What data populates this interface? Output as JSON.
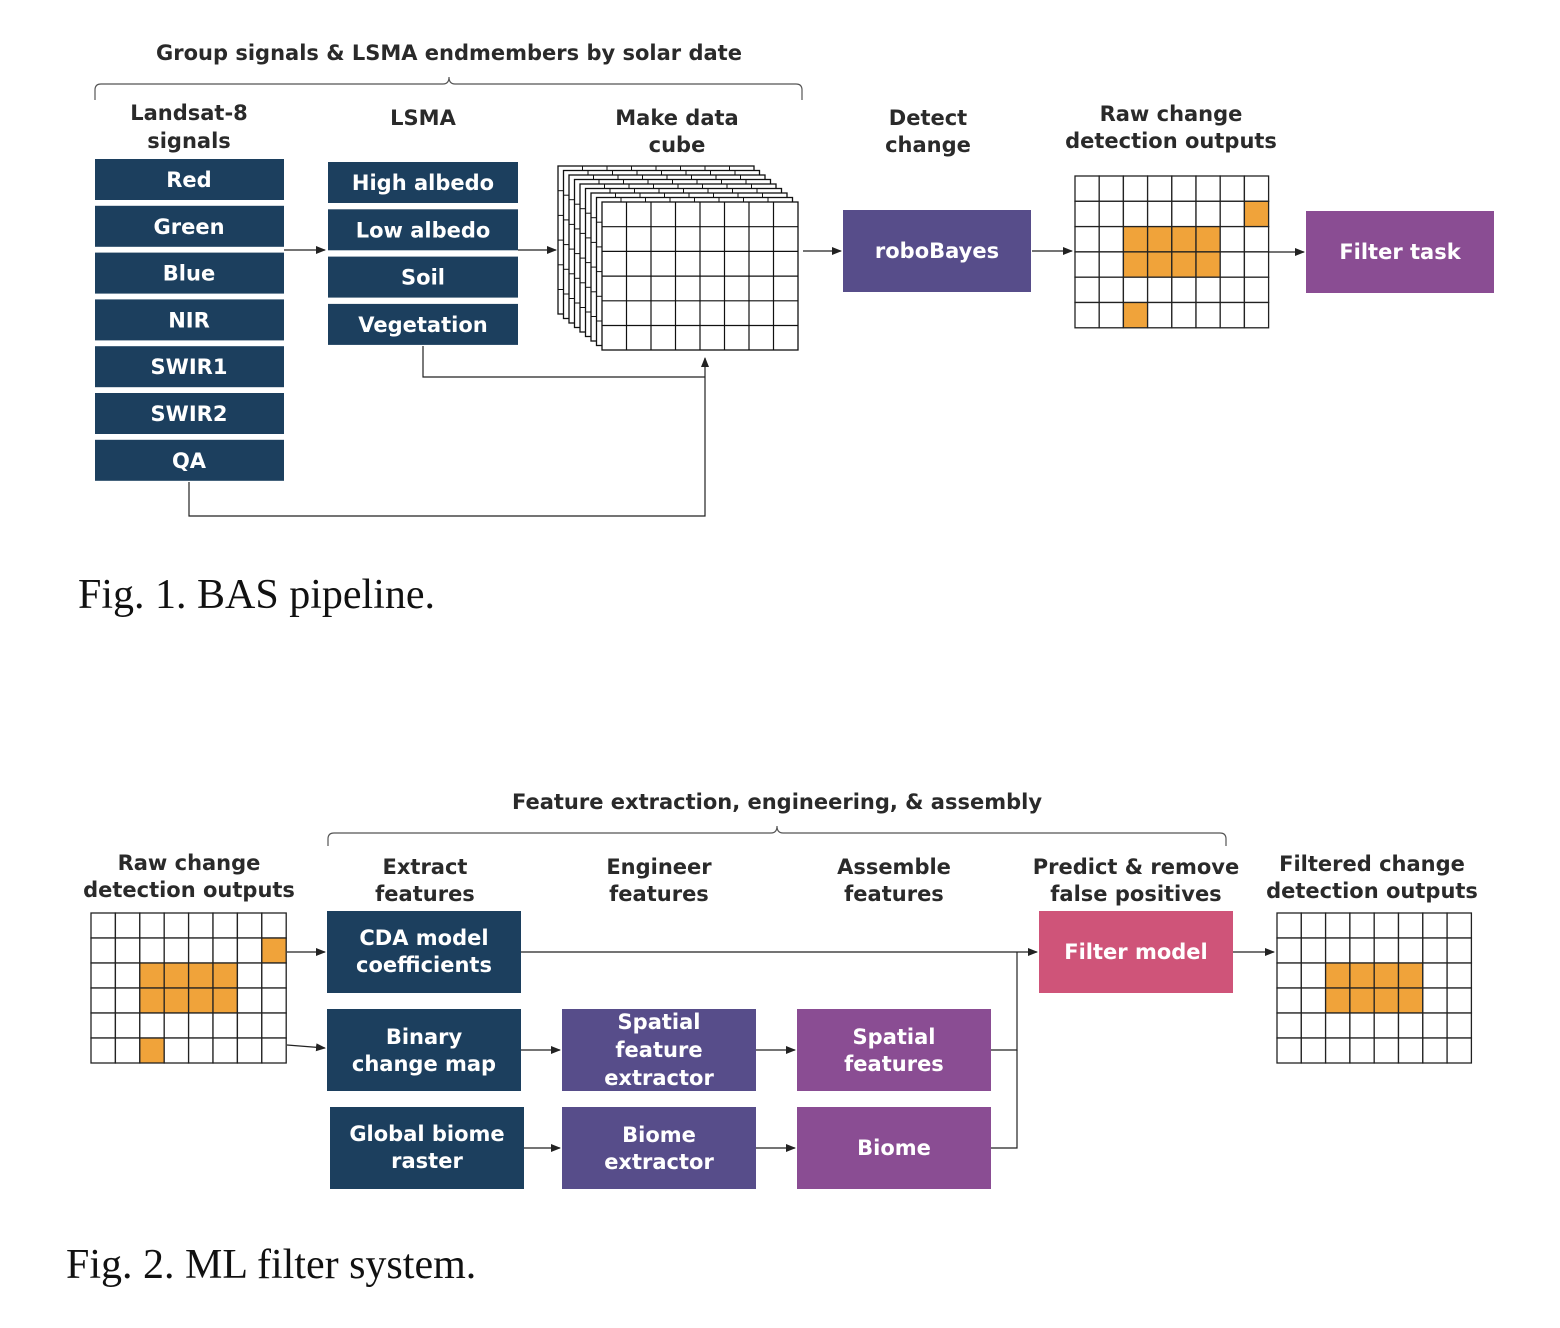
{
  "colors": {
    "navy": "#1c3f5e",
    "indigo": "#574d8a",
    "purple": "#8a4d93",
    "pink": "#cf5479",
    "orange": "#f0a33a",
    "line": "#222222"
  },
  "fig1": {
    "group_label": "Group signals & LSMA endmembers by solar date",
    "col_landsat": "Landsat-8 signals",
    "col_lsma": "LSMA",
    "col_cube": "Make data cube",
    "col_detect": "Detect change",
    "col_raw": "Raw change detection outputs",
    "signals": [
      "Red",
      "Green",
      "Blue",
      "NIR",
      "SWIR1",
      "SWIR2",
      "QA"
    ],
    "lsma": [
      "High albedo",
      "Low albedo",
      "Soil",
      "Vegetation"
    ],
    "robobayes": "roboBayes",
    "filter_task": "Filter task",
    "caption": "Fig. 1.   BAS pipeline."
  },
  "fig2": {
    "group_label": "Feature extraction, engineering, & assembly",
    "col_raw": "Raw change detection outputs",
    "col_extract": "Extract features",
    "col_engineer": "Engineer features",
    "col_assemble": "Assemble features",
    "col_predict": "Predict & remove false positives",
    "col_filtered": "Filtered change detection outputs",
    "cda": "CDA model coefficients",
    "binary": "Binary change map",
    "biome_raster": "Global biome raster",
    "spatial_extractor": "Spatial feature extractor",
    "biome_extractor": "Biome extractor",
    "spatial_features": "Spatial features",
    "biome": "Biome",
    "filter_model": "Filter model",
    "caption": "Fig. 2.   ML filter system."
  }
}
